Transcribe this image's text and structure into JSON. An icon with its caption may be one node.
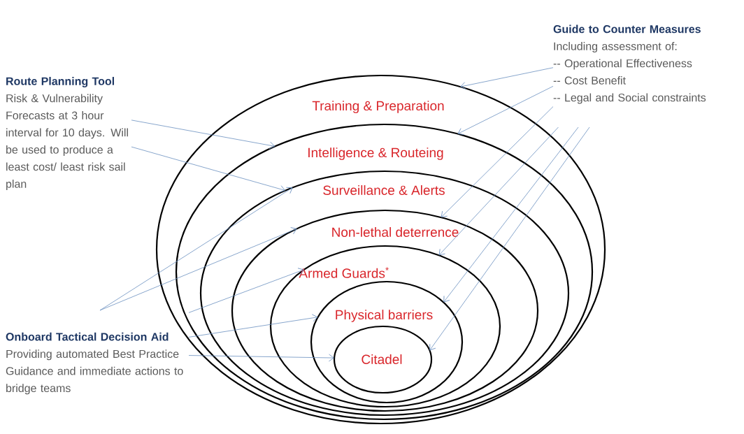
{
  "diagram": {
    "nodes": [
      {
        "text": [
          "Training & Preparation"
        ]
      },
      {
        "text": [
          "Intelligence & Routeing"
        ],
        "in": 0
      },
      {
        "text": [
          "Surveillance & Alerts"
        ],
        "in": 1
      },
      {
        "text": [
          "Non-lethal deterrence"
        ],
        "in": 2
      },
      {
        "text": [
          "Armed Guards$^{*}$"
        ],
        "in": 3
      },
      {
        "text": [
          "Physical barriers"
        ],
        "in": 4
      },
      {
        "text": [
          "Citadel"
        ],
        "in": 5
      },
      {
        "text": [
          "Route Planning Tool",
          "Risk & Vulnerability Forecasts at 3 hour interval for 10 days. Will be used to produce a least cost/ least risk sail plan"
        ]
      },
      {
        "text": [
          "Onboard Tactical Decision Aid",
          "Providing automated Best Practice Guidance and immediate actions to bridge teams"
        ]
      },
      {
        "text": [
          "Guide to Counter Measures",
          "Including assessment of:",
          "-- Operational Effectiveness",
          "-- Cost Benefit",
          "-- Legal and Social constraints"
        ]
      }
    ],
    "edges": [
      {
        "from": 7,
        "to": 1,
        "arrow": "to"
      },
      {
        "from": 7,
        "to": 2,
        "arrow": "to"
      },
      {
        "from": 8,
        "to": 2,
        "arrow": "to"
      },
      {
        "from": 8,
        "to": 3,
        "arrow": "to"
      },
      {
        "from": 8,
        "to": 4,
        "arrow": "to"
      },
      {
        "from": 8,
        "to": 5,
        "arrow": "to"
      },
      {
        "from": 8,
        "to": 6,
        "arrow": "to"
      },
      {
        "from": 9,
        "to": 0,
        "arrow": "to"
      },
      {
        "from": 9,
        "to": 1,
        "arrow": "to"
      },
      {
        "from": 9,
        "to": 3,
        "arrow": "to"
      },
      {
        "from": 9,
        "to": 4,
        "arrow": "to"
      },
      {
        "from": 9,
        "to": 5,
        "arrow": "to"
      },
      {
        "from": 9,
        "to": 6,
        "arrow": "to"
      }
    ]
  }
}
